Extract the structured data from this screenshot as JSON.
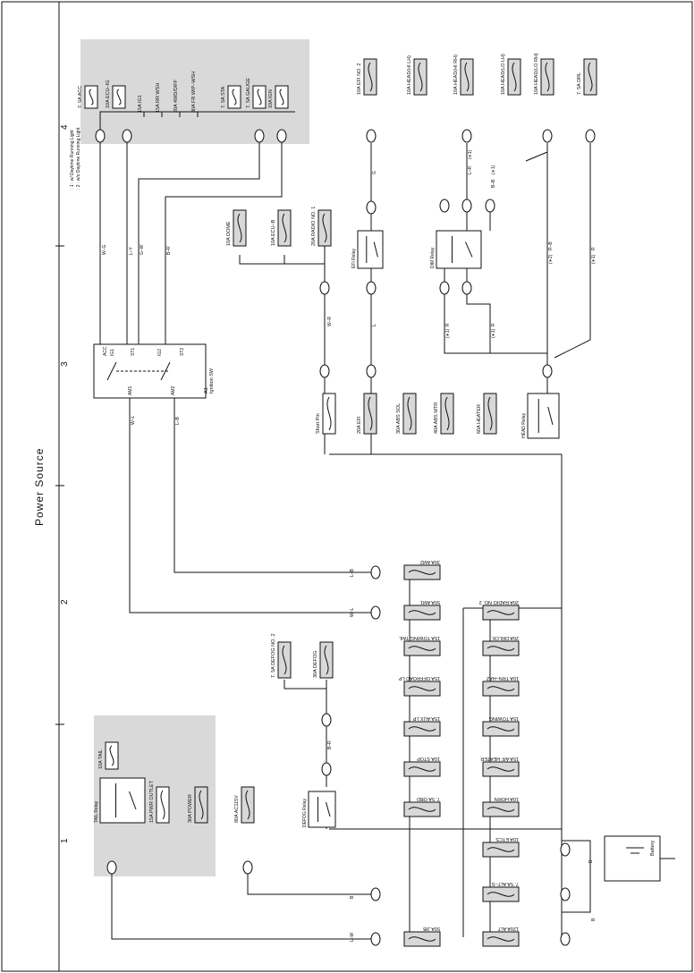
{
  "title": "Power Source",
  "columns": [
    "1",
    "2",
    "3",
    "4"
  ],
  "notes": [
    ": 1 : w/ Daytime Running Light",
    ": 2 : w/o Daytime Running Light"
  ],
  "top_fuses": [
    {
      "id": "f_acc",
      "label": "7. 5A ACC"
    },
    {
      "id": "f_ecuig",
      "label": "10A ECU–IG"
    },
    {
      "id": "f_ig1",
      "label": "15A IG1"
    },
    {
      "id": "f_rrwsh",
      "label": "15A RR WSH"
    },
    {
      "id": "f_4wd",
      "label": "20A 4WD/DIFF"
    },
    {
      "id": "f_frwip",
      "label": "30A FR WIP–WSH"
    },
    {
      "id": "f_sta",
      "label": "7. 5A STA"
    },
    {
      "id": "f_gauge",
      "label": "7. 5A GAUGE"
    },
    {
      "id": "f_ign",
      "label": "10A IGN"
    }
  ],
  "head_fuses": [
    {
      "id": "f_efi2",
      "label": "10A EFI NO. 2"
    },
    {
      "id": "f_hlh",
      "label": "10A HEAD(HI LH)"
    },
    {
      "id": "f_hrh",
      "label": "10A HEAD(HI RH)"
    },
    {
      "id": "f_llh",
      "label": "10A HEAD(LO LH)"
    },
    {
      "id": "f_lrh",
      "label": "10A HEAD(LO RH)"
    },
    {
      "id": "f_drl",
      "label": "7. 5A DRL"
    }
  ],
  "mid_fuses": [
    {
      "id": "f_dome",
      "label": "10A DOME"
    },
    {
      "id": "f_ecub",
      "label": "10A ECU–B"
    },
    {
      "id": "f_radio1",
      "label": "20A RADIO NO. 1"
    }
  ],
  "main_fuses": [
    {
      "id": "f_sp",
      "label": "Short Pin"
    },
    {
      "id": "f_efi",
      "label": "20A EFI"
    },
    {
      "id": "f_abssol",
      "label": "30A ABS SOL"
    },
    {
      "id": "f_absmtr",
      "label": "40A ABS MTR"
    },
    {
      "id": "f_heater",
      "label": "60A HEATER"
    }
  ],
  "relays": {
    "efi": "EFI Relay",
    "dim": "DIM Relay",
    "head": "HEAD Relay",
    "tail": "TAIL Relay",
    "defog": "DEFOG Relay"
  },
  "ignition": {
    "name": "A1",
    "label": "Ignition SW",
    "pins": [
      "ACC",
      "IG1",
      "ST1",
      "IG2",
      "ST2",
      "AM1",
      "AM2"
    ]
  },
  "left_upper_fuses": [
    {
      "id": "f_am2",
      "label": "30A AM2"
    },
    {
      "id": "f_am1",
      "label": "50A AM1"
    },
    {
      "id": "f_tow",
      "label": "15A TOWING TAIL"
    },
    {
      "id": "f_off",
      "label": "15A OFFROAD LP"
    },
    {
      "id": "f_aux",
      "label": "15A AUX LP"
    },
    {
      "id": "f_stop",
      "label": "10A STOP"
    },
    {
      "id": "f_obd",
      "label": "7. 5A OBD"
    }
  ],
  "left_lower_fuses": [
    {
      "id": "f_radio2",
      "label": "20A RADIO NO. 2"
    },
    {
      "id": "f_drlck",
      "label": "20A DRLCK"
    },
    {
      "id": "f_trn",
      "label": "10A TRN–HAZ"
    },
    {
      "id": "f_towing",
      "label": "15A TOWING"
    },
    {
      "id": "f_afh",
      "label": "15A A/F HEATER"
    },
    {
      "id": "f_horn",
      "label": "10A HORN"
    },
    {
      "id": "f_etcs",
      "label": "10A ETCS"
    },
    {
      "id": "f_alts",
      "label": "7. 5A ALT–S"
    },
    {
      "id": "f_alt",
      "label": "120A ALT"
    }
  ],
  "defog_fuses": [
    {
      "id": "f_defog2",
      "label": "7. 5A DEFOG NO. 2"
    },
    {
      "id": "f_defog",
      "label": "30A DEFOG"
    }
  ],
  "shaded_fuses": [
    {
      "id": "f_tail",
      "label": "10A TAIL"
    },
    {
      "id": "f_pwr",
      "label": "15A PWR OUTLET"
    },
    {
      "id": "f_power",
      "label": "30A POWER"
    }
  ],
  "misc": {
    "ac115": "80A AC115V",
    "jb": "50A J/B",
    "battery": "Battery"
  },
  "wire_colors": {
    "wg": "W–G",
    "ly": "L–Y",
    "gw": "G–W",
    "br": "B–R",
    "wl": "W–L",
    "lb": "L–B",
    "wr": "W–R",
    "l": "L",
    "g": "G",
    "lr": "L–R",
    "bb": "B–B",
    "r": "R",
    "rb": "B–R",
    "b": "B",
    "lw": "L–W",
    "rbr": "R–B",
    "c1": "(∗1)",
    "c2": "(∗2)"
  }
}
